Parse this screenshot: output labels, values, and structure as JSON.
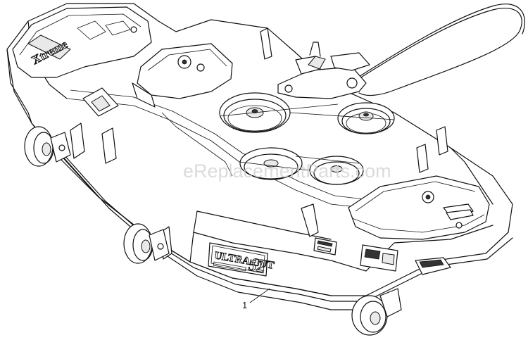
{
  "diagram": {
    "watermark": "eReplacementParts.com",
    "callouts": [
      {
        "label": "1"
      }
    ],
    "deck_brand": "ULTRA CUT",
    "deck_model": "52",
    "belt_guard_logo": "Xtreme"
  }
}
